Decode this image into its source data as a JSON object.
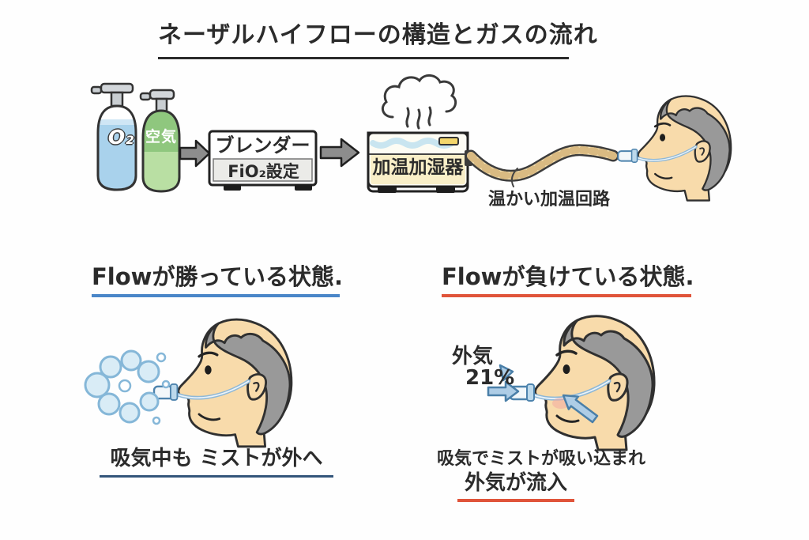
{
  "title": {
    "text": "ネーザルハイフローの構造とガスの流れ"
  },
  "diagram": {
    "cylinders": {
      "oxygen_label": "O₂",
      "air_label": "空気"
    },
    "blender": {
      "name": "ブレンダー",
      "setting": "FiO₂設定"
    },
    "humidifier": {
      "label": "加温加湿器"
    },
    "circuit_label": "温かい加温回路",
    "icons": [
      "flow-arrow-icon",
      "steam-icon",
      "mist-cloud-icon",
      "ambient-air-arrow-icon",
      "nasal-cannula"
    ]
  },
  "left_panel": {
    "heading": "Flowが勝っている状態.",
    "caption": "吸気中も ミストが外へ"
  },
  "right_panel": {
    "heading": "Flowが負けている状態.",
    "ambient_air_label": "外気",
    "ambient_air_percent": "21%",
    "caption_line1": "吸気でミストが吸い込まれ",
    "caption_line2": "外気が流入"
  },
  "colors": {
    "heading_underline_left": "#4a86c8",
    "heading_underline_right": "#e0543a",
    "caption_underline_left": "#33557a",
    "caption_underline_right": "#e0543a",
    "title_underline": "#2b2b2b",
    "oxygen_blue": "#a9d2ec",
    "air_green": "#8fc77e",
    "arrow_gray": "#8d8d8d",
    "tube_cream": "#f4e0b0",
    "mist_blue": "#d9ecf6",
    "ambient_arrow_blue": "#aecde6",
    "skin": "#f8dbab",
    "hair_gray": "#999999",
    "cannula_blue": "#bcd9ec"
  }
}
